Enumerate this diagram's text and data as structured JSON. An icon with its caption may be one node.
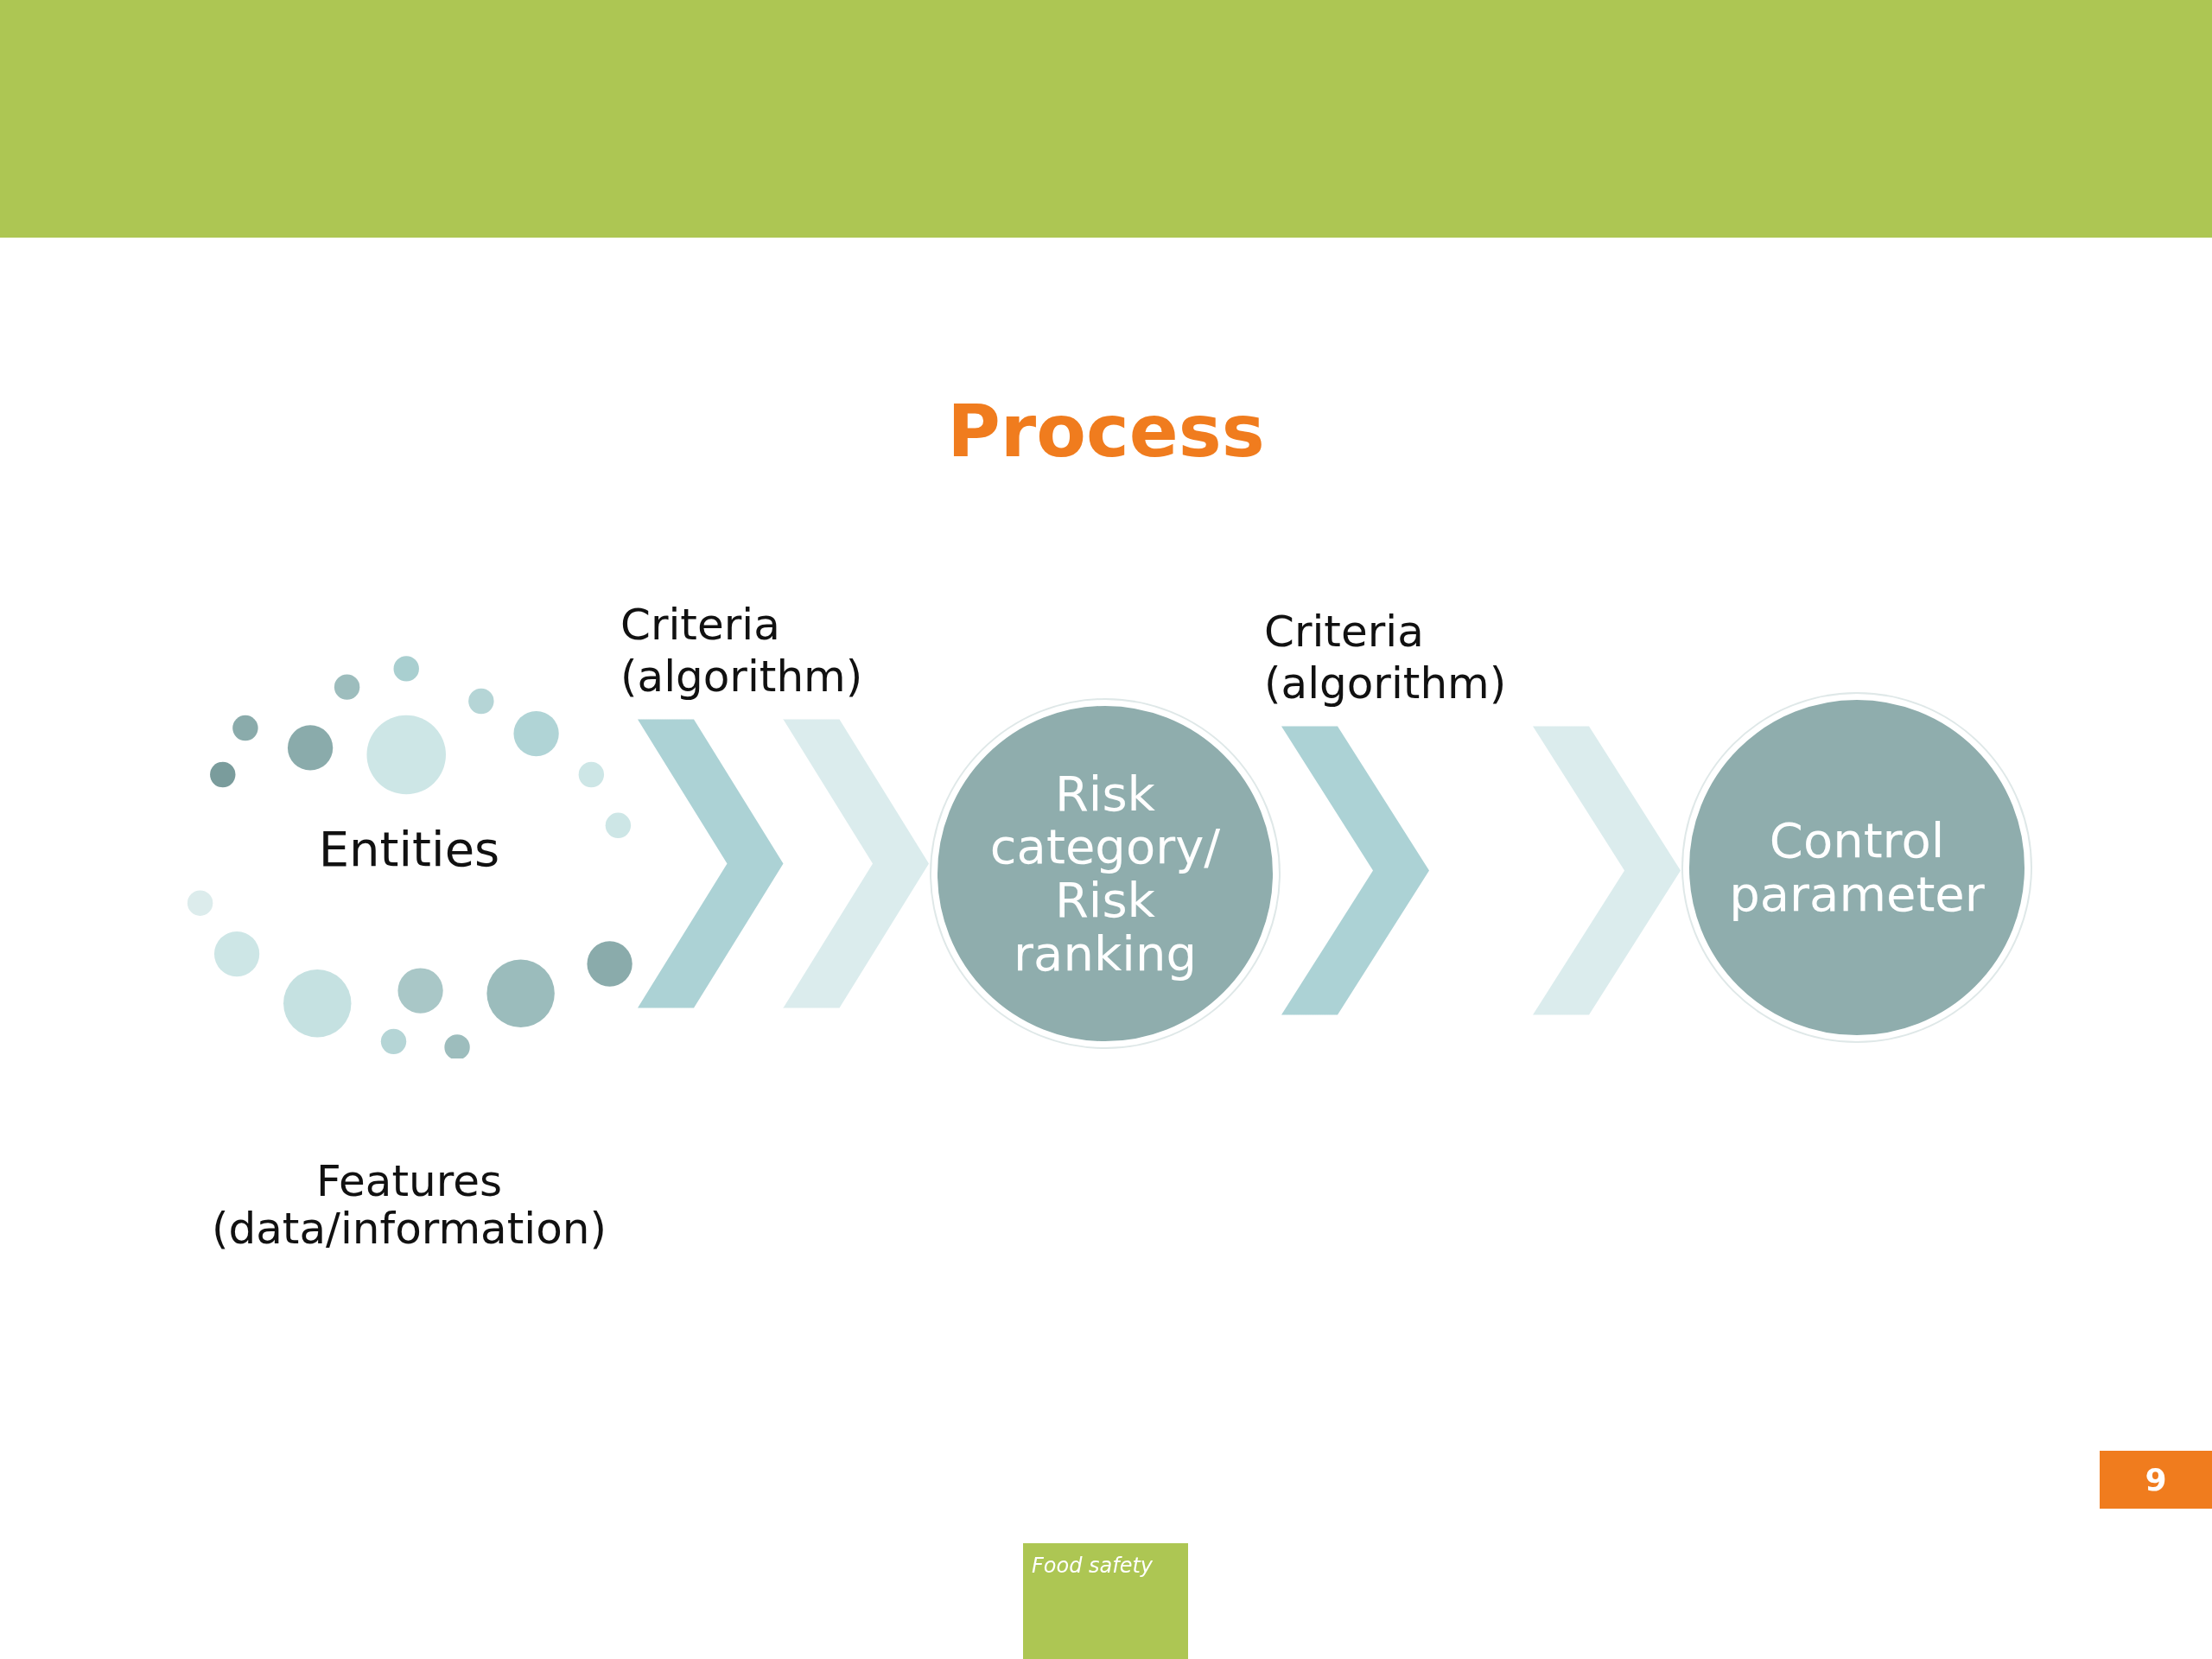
{
  "diagram": {
    "title": "Process",
    "nodes": [
      {
        "text": [
          "Entities"
        ],
        "beside": [
          "Features (data/information)"
        ]
      },
      {
        "text": [
          "Risk category/ Risk ranking"
        ]
      },
      {
        "text": [
          "Control parameter"
        ]
      }
    ],
    "edges": [
      {
        "from": 0,
        "to": 1,
        "arrow": "to",
        "label": "Criteria (algorithm)"
      },
      {
        "from": 1,
        "to": 2,
        "arrow": "to",
        "label": "Criteria (algorithm)"
      }
    ],
    "labels": [
      "9",
      "Food safety"
    ]
  }
}
